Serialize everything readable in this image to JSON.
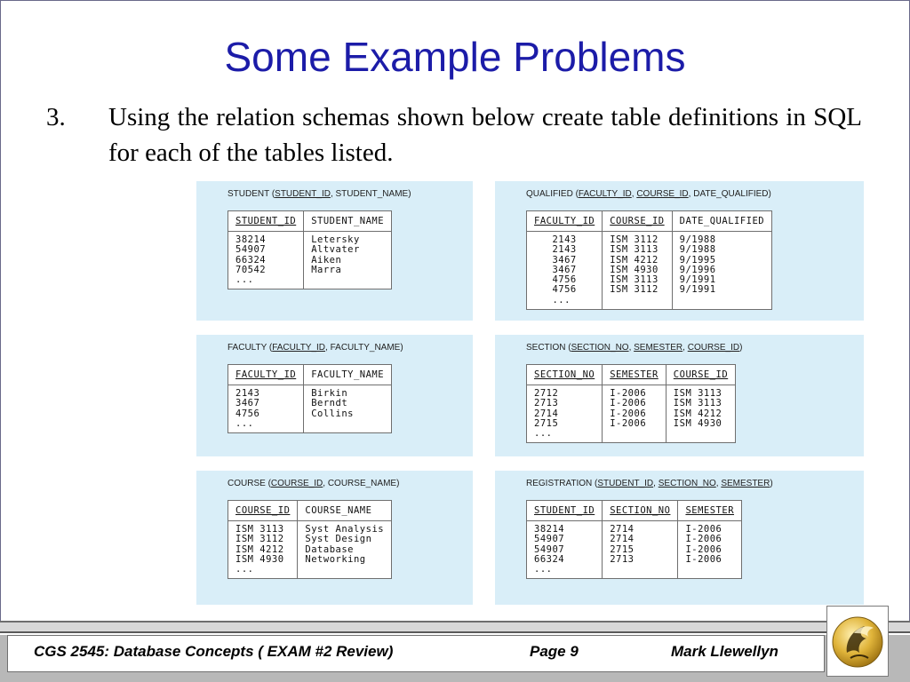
{
  "slide": {
    "title": "Some Example Problems",
    "problem_number": "3.",
    "problem_text": "Using the relation schemas shown below create table definitions in SQL for each of the tables listed."
  },
  "panels": [
    {
      "id": "student",
      "caption": {
        "name": "STUDENT",
        "keys": [
          "STUDENT_ID"
        ],
        "others": [
          "STUDENT_NAME"
        ]
      },
      "columns": [
        {
          "header": "STUDENT_ID",
          "key": true,
          "values": [
            "38214",
            "54907",
            "66324",
            "70542",
            "..."
          ]
        },
        {
          "header": "STUDENT_NAME",
          "key": false,
          "values": [
            "Letersky",
            "Altvater",
            "Aiken",
            "Marra",
            ""
          ]
        }
      ]
    },
    {
      "id": "qualified",
      "caption": {
        "name": "QUALIFIED",
        "keys": [
          "FACULTY_ID",
          "COURSE_ID"
        ],
        "others": [
          "DATE_QUALIFIED"
        ]
      },
      "columns": [
        {
          "header": "FACULTY_ID",
          "key": true,
          "values": [
            "   2143",
            "   2143",
            "   3467",
            "   3467",
            "   4756",
            "   4756",
            "   ..."
          ]
        },
        {
          "header": "COURSE_ID",
          "key": true,
          "values": [
            "ISM 3112",
            "ISM 3113",
            "ISM 4212",
            "ISM 4930",
            "ISM 3113",
            "ISM 3112",
            ""
          ]
        },
        {
          "header": "DATE_QUALIFIED",
          "key": false,
          "values": [
            "9/1988",
            "9/1988",
            "9/1995",
            "9/1996",
            "9/1991",
            "9/1991",
            ""
          ]
        }
      ]
    },
    {
      "id": "faculty",
      "caption": {
        "name": "FACULTY",
        "keys": [
          "FACULTY_ID"
        ],
        "others": [
          "FACULTY_NAME"
        ]
      },
      "columns": [
        {
          "header": "FACULTY_ID",
          "key": true,
          "values": [
            "2143",
            "3467",
            "4756",
            "..."
          ]
        },
        {
          "header": "FACULTY_NAME",
          "key": false,
          "values": [
            "Birkin",
            "Berndt",
            "Collins",
            ""
          ]
        }
      ]
    },
    {
      "id": "section",
      "caption": {
        "name": "SECTION",
        "keys": [
          "SECTION_NO",
          "SEMESTER",
          "COURSE_ID"
        ],
        "others": []
      },
      "columns": [
        {
          "header": "SECTION_NO",
          "key": true,
          "values": [
            "2712",
            "2713",
            "2714",
            "2715",
            "..."
          ]
        },
        {
          "header": "SEMESTER",
          "key": true,
          "values": [
            "I-2006",
            "I-2006",
            "I-2006",
            "I-2006",
            ""
          ]
        },
        {
          "header": "COURSE_ID",
          "key": true,
          "values": [
            "ISM 3113",
            "ISM 3113",
            "ISM 4212",
            "ISM 4930",
            ""
          ]
        }
      ]
    },
    {
      "id": "course",
      "caption": {
        "name": "COURSE",
        "keys": [
          "COURSE_ID"
        ],
        "others": [
          "COURSE_NAME"
        ]
      },
      "columns": [
        {
          "header": "COURSE_ID",
          "key": true,
          "values": [
            "ISM 3113",
            "ISM 3112",
            "ISM 4212",
            "ISM 4930",
            "..."
          ]
        },
        {
          "header": "COURSE_NAME",
          "key": false,
          "values": [
            "Syst Analysis",
            "Syst Design",
            "Database",
            "Networking",
            ""
          ]
        }
      ]
    },
    {
      "id": "registration",
      "caption": {
        "name": "REGISTRATION",
        "keys": [
          "STUDENT_ID",
          "SECTION_NO",
          "SEMESTER"
        ],
        "others": []
      },
      "columns": [
        {
          "header": "STUDENT_ID",
          "key": true,
          "values": [
            "38214",
            "54907",
            "54907",
            "66324",
            "..."
          ]
        },
        {
          "header": "SECTION_NO",
          "key": true,
          "values": [
            "2714",
            "2714",
            "2715",
            "2713",
            ""
          ]
        },
        {
          "header": "SEMESTER",
          "key": true,
          "values": [
            "I-2006",
            "I-2006",
            "I-2006",
            "I-2006",
            ""
          ]
        }
      ]
    }
  ],
  "footer": {
    "course": "CGS 2545: Database Concepts  ( EXAM #2  Review)",
    "page": "Page 9",
    "author": "Mark Llewellyn"
  },
  "colors": {
    "title": "#1c1ca8",
    "panel_bg": "#d9eef8",
    "logo_gold": "#e0b43a"
  },
  "icons": {
    "logo": "ucf-pegasus-logo-icon"
  }
}
